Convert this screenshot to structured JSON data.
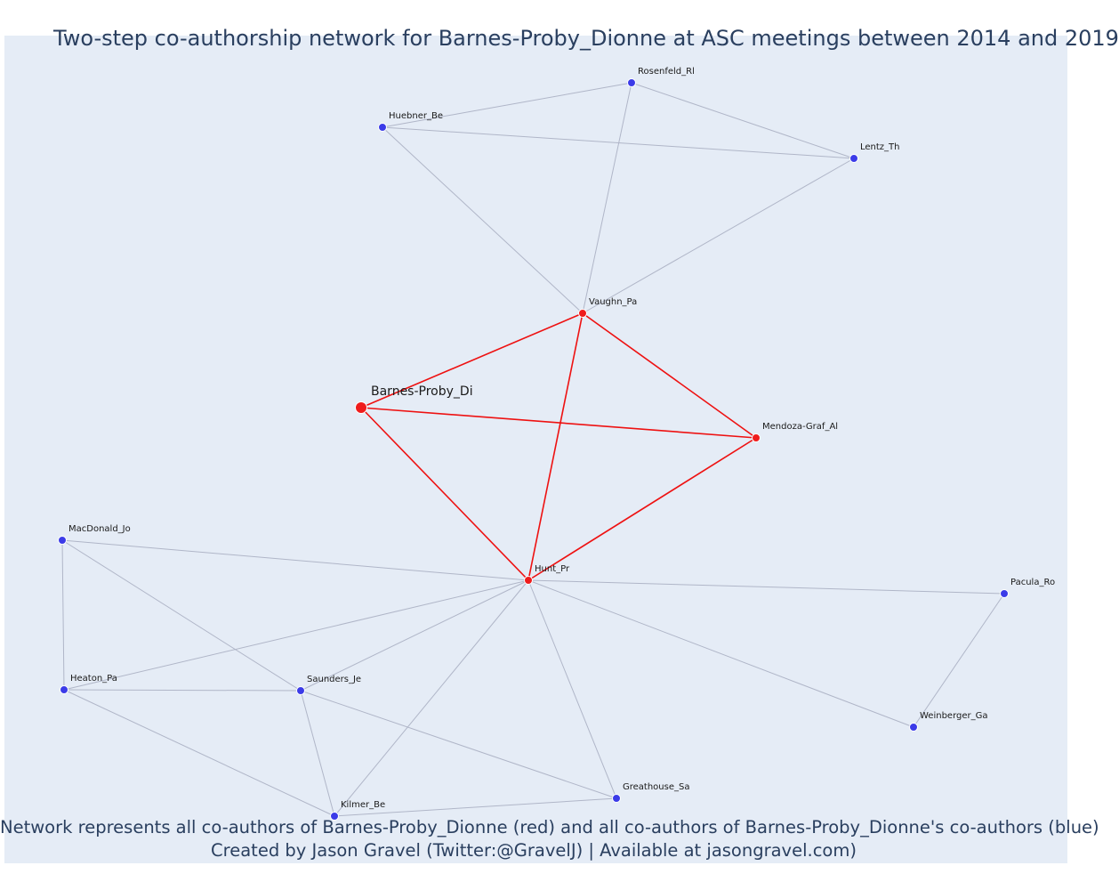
{
  "title": "Two-step co-authorship network for Barnes-Proby_Dionne at ASC meetings between 2014 and 2019",
  "caption_line1": "Network represents all co-authors of Barnes-Proby_Dionne (red) and all co-authors of Barnes-Proby_Dionne's co-authors (blue)",
  "caption_line2": "Created by Jason Gravel (Twitter:@GravelJ) | Available at jasongravel.com)",
  "colors": {
    "background": "#e5ecf6",
    "first_degree": "#ef1c1c",
    "second_degree": "#3b3be8",
    "red_edge": "#ee1111",
    "grey_edge": "#b0b6c8",
    "text": "#2a3f5f"
  },
  "nodes": [
    {
      "id": "Barnes-Proby_Di",
      "group": "ego"
    },
    {
      "id": "Vaughn_Pa",
      "group": "first"
    },
    {
      "id": "Mendoza-Graf_Al",
      "group": "first"
    },
    {
      "id": "Hunt_Pr",
      "group": "first"
    },
    {
      "id": "Rosenfeld_Rl",
      "group": "second"
    },
    {
      "id": "Huebner_Be",
      "group": "second"
    },
    {
      "id": "Lentz_Th",
      "group": "second"
    },
    {
      "id": "MacDonald_Jo",
      "group": "second"
    },
    {
      "id": "Heaton_Pa",
      "group": "second"
    },
    {
      "id": "Saunders_Je",
      "group": "second"
    },
    {
      "id": "Kilmer_Be",
      "group": "second"
    },
    {
      "id": "Greathouse_Sa",
      "group": "second"
    },
    {
      "id": "Pacula_Ro",
      "group": "second"
    },
    {
      "id": "Weinberger_Ga",
      "group": "second"
    }
  ],
  "edges": [
    {
      "source": "Barnes-Proby_Di",
      "target": "Vaughn_Pa",
      "type": "red"
    },
    {
      "source": "Barnes-Proby_Di",
      "target": "Mendoza-Graf_Al",
      "type": "red"
    },
    {
      "source": "Barnes-Proby_Di",
      "target": "Hunt_Pr",
      "type": "red"
    },
    {
      "source": "Vaughn_Pa",
      "target": "Mendoza-Graf_Al",
      "type": "red"
    },
    {
      "source": "Vaughn_Pa",
      "target": "Hunt_Pr",
      "type": "red"
    },
    {
      "source": "Mendoza-Graf_Al",
      "target": "Hunt_Pr",
      "type": "red"
    },
    {
      "source": "Huebner_Be",
      "target": "Rosenfeld_Rl",
      "type": "grey"
    },
    {
      "source": "Huebner_Be",
      "target": "Lentz_Th",
      "type": "grey"
    },
    {
      "source": "Rosenfeld_Rl",
      "target": "Lentz_Th",
      "type": "grey"
    },
    {
      "source": "Huebner_Be",
      "target": "Vaughn_Pa",
      "type": "grey"
    },
    {
      "source": "Rosenfeld_Rl",
      "target": "Vaughn_Pa",
      "type": "grey"
    },
    {
      "source": "Lentz_Th",
      "target": "Vaughn_Pa",
      "type": "grey"
    },
    {
      "source": "MacDonald_Jo",
      "target": "Hunt_Pr",
      "type": "grey"
    },
    {
      "source": "MacDonald_Jo",
      "target": "Heaton_Pa",
      "type": "grey"
    },
    {
      "source": "MacDonald_Jo",
      "target": "Saunders_Je",
      "type": "grey"
    },
    {
      "source": "Heaton_Pa",
      "target": "Hunt_Pr",
      "type": "grey"
    },
    {
      "source": "Heaton_Pa",
      "target": "Saunders_Je",
      "type": "grey"
    },
    {
      "source": "Heaton_Pa",
      "target": "Kilmer_Be",
      "type": "grey"
    },
    {
      "source": "Saunders_Je",
      "target": "Hunt_Pr",
      "type": "grey"
    },
    {
      "source": "Saunders_Je",
      "target": "Kilmer_Be",
      "type": "grey"
    },
    {
      "source": "Saunders_Je",
      "target": "Greathouse_Sa",
      "type": "grey"
    },
    {
      "source": "Kilmer_Be",
      "target": "Hunt_Pr",
      "type": "grey"
    },
    {
      "source": "Kilmer_Be",
      "target": "Greathouse_Sa",
      "type": "grey"
    },
    {
      "source": "Greathouse_Sa",
      "target": "Hunt_Pr",
      "type": "grey"
    },
    {
      "source": "Hunt_Pr",
      "target": "Pacula_Ro",
      "type": "grey"
    },
    {
      "source": "Hunt_Pr",
      "target": "Weinberger_Ga",
      "type": "grey"
    },
    {
      "source": "Pacula_Ro",
      "target": "Weinberger_Ga",
      "type": "grey"
    }
  ]
}
